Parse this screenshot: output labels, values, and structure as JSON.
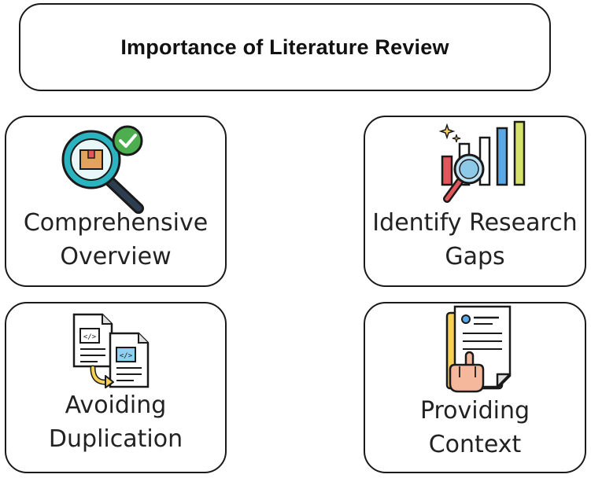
{
  "title": "Importance of Literature Review",
  "cards": [
    {
      "line1": "Comprehensive",
      "line2": "Overview",
      "icon": "magnifier-check-icon"
    },
    {
      "line1": "Identify Research",
      "line2": "Gaps",
      "icon": "bar-chart-magnifier-icon"
    },
    {
      "line1": "Avoiding",
      "line2": "Duplication",
      "icon": "code-documents-icon"
    },
    {
      "line1": "Providing",
      "line2": "Context",
      "icon": "document-pointer-icon"
    }
  ],
  "colors": {
    "outline": "#1a1a1a",
    "teal": "#2bb3c0",
    "green": "#4cae4f",
    "yellow": "#f7d154",
    "red": "#e2575c",
    "blue": "#5aa9e6"
  }
}
